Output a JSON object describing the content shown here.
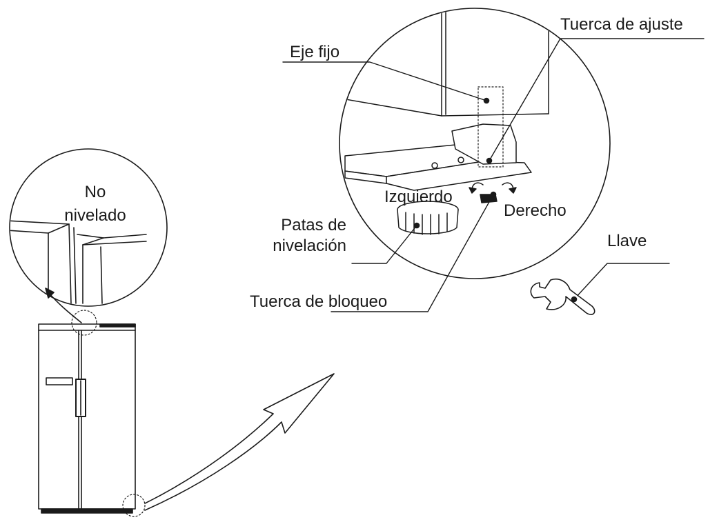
{
  "labels": {
    "not_level": "No\nnivelado",
    "fixed_axis": "Eje fijo",
    "adjust_nut": "Tuerca de ajuste",
    "left": "Izquierdo",
    "right": "Derecho",
    "leveling_legs": "Patas de\nnivelación",
    "lock_nut": "Tuerca de bloqueo",
    "wrench": "Llave"
  },
  "colors": {
    "line": "#1a1a1a",
    "text": "#1a1a1a"
  }
}
